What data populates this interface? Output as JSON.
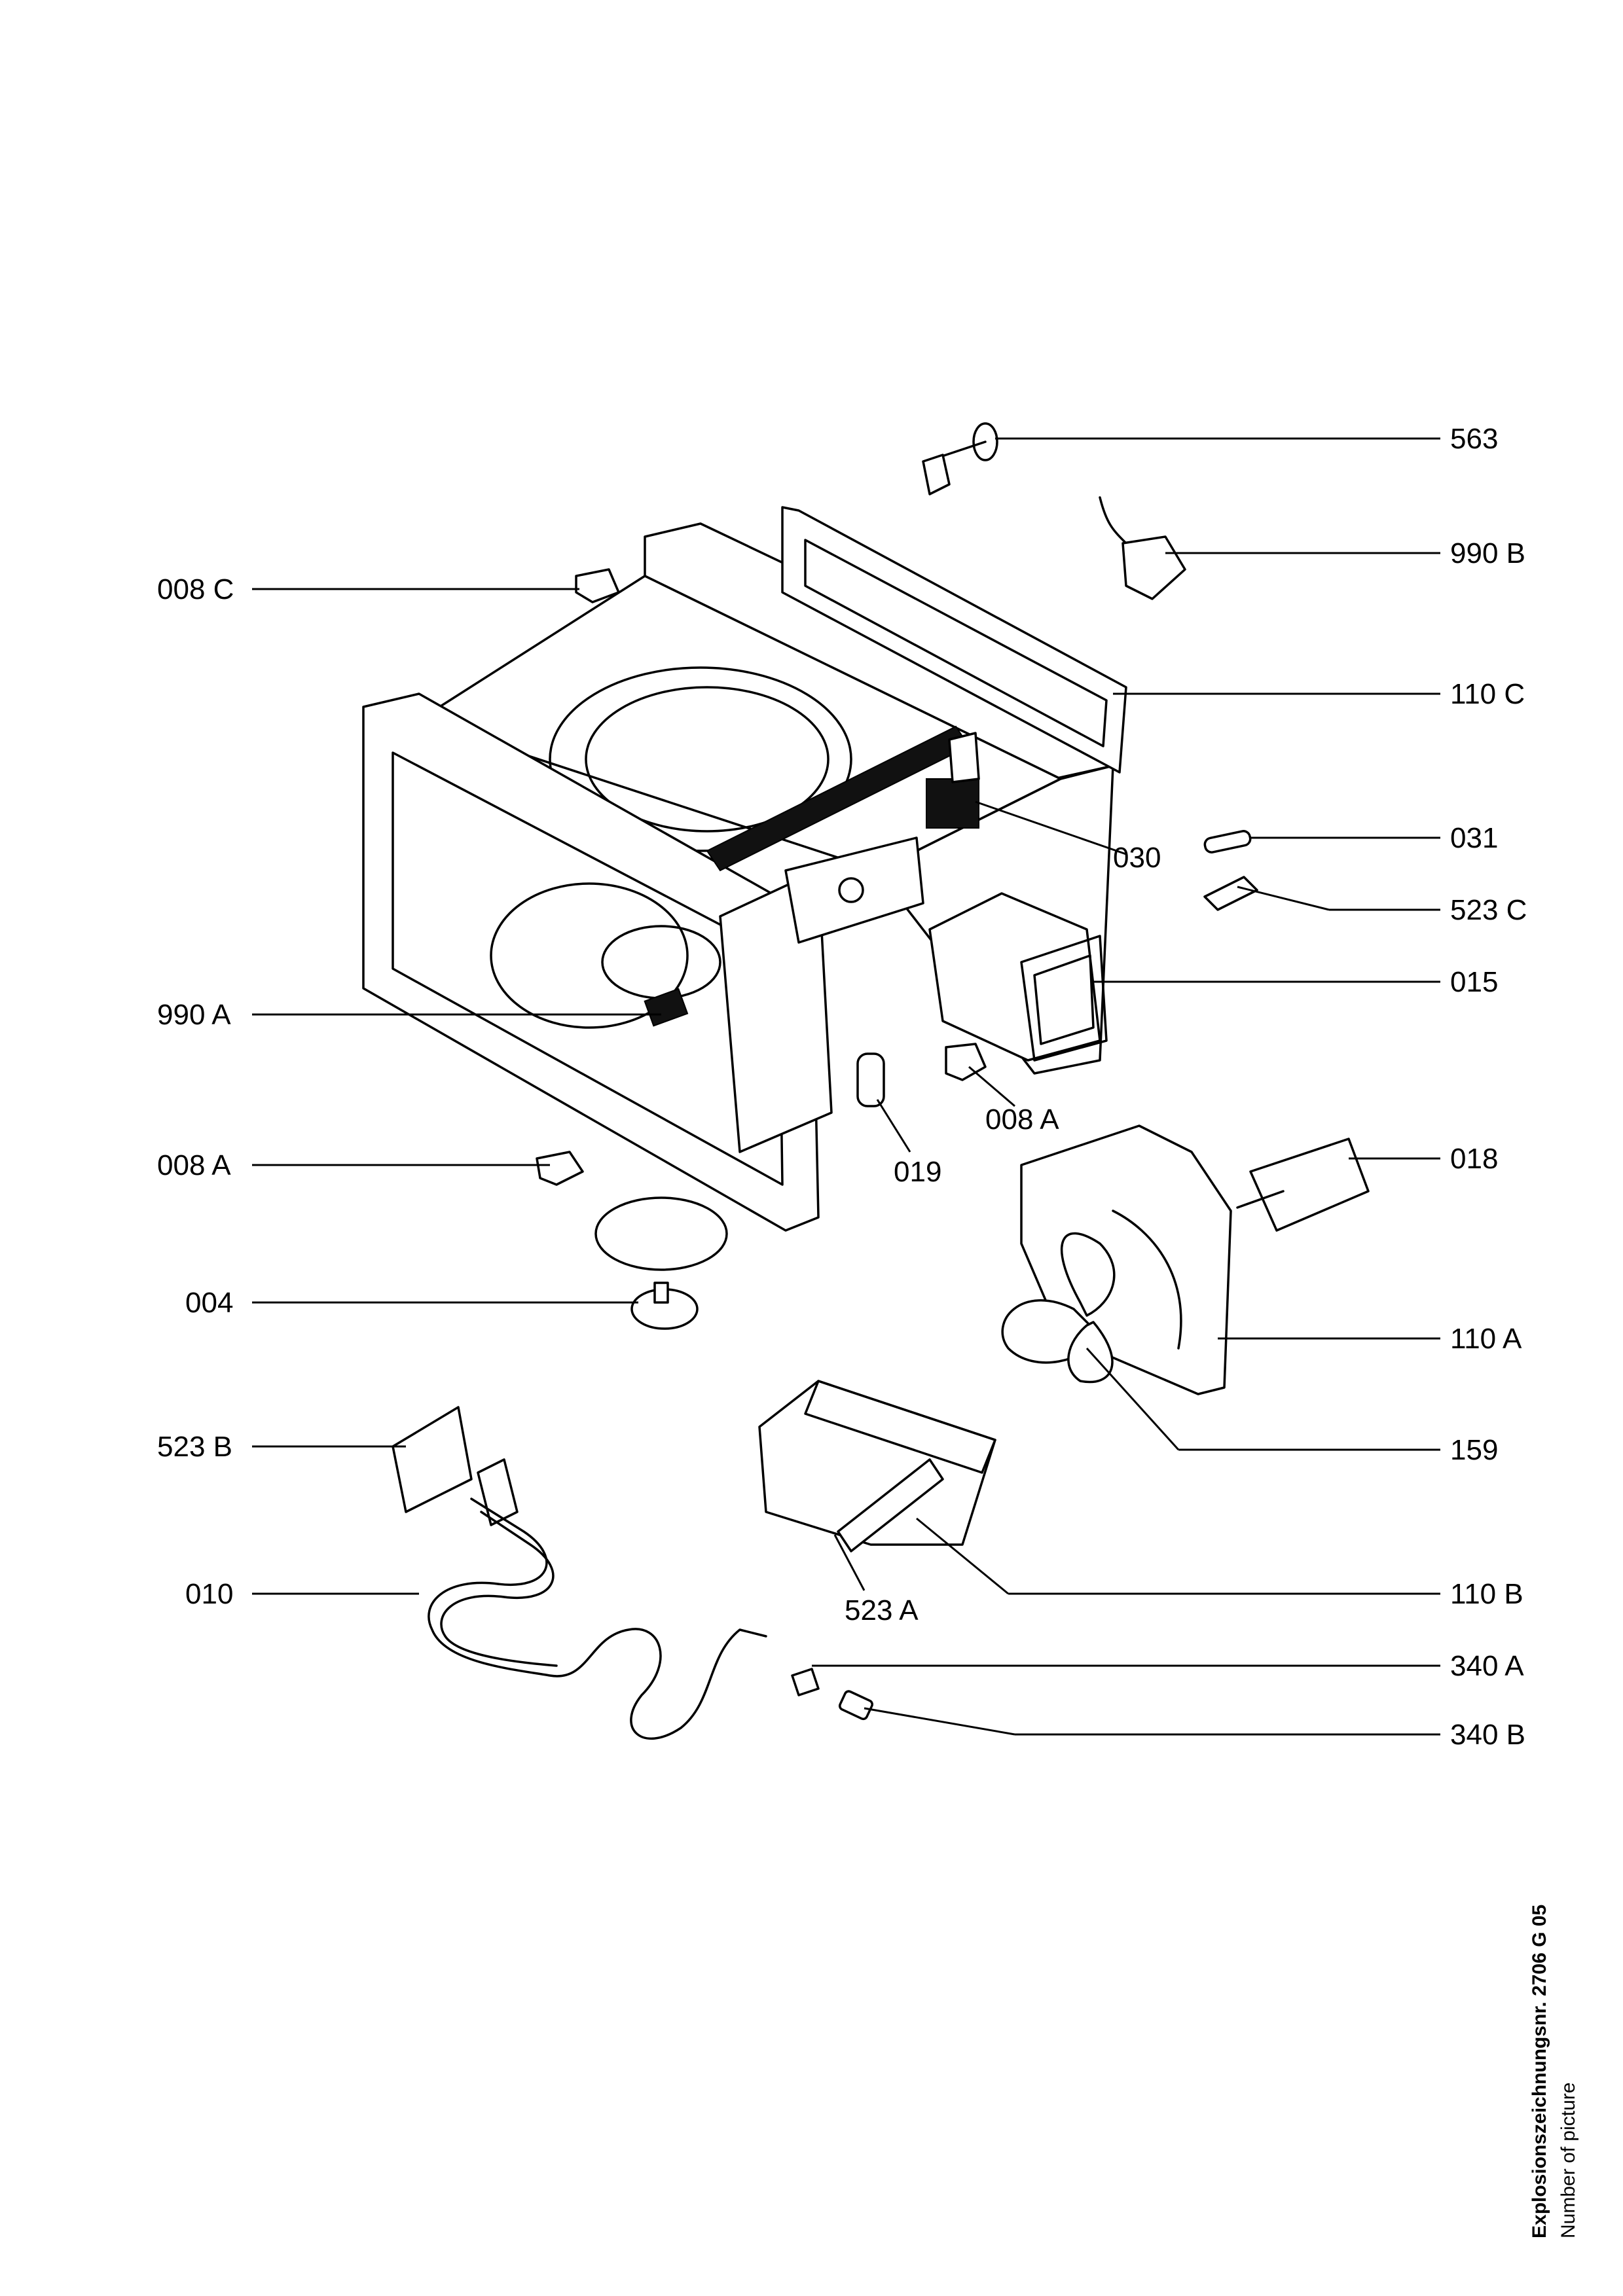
{
  "drawing": {
    "number_text": "Explosionszeichnungsnr. 2706 G 05",
    "caption": "Number of picture"
  },
  "parts": [
    {
      "id": "563",
      "label": "563"
    },
    {
      "id": "990b",
      "label": "990 B"
    },
    {
      "id": "008c",
      "label": "008 C"
    },
    {
      "id": "110c",
      "label": "110 C"
    },
    {
      "id": "030",
      "label": "030"
    },
    {
      "id": "031",
      "label": "031"
    },
    {
      "id": "523c",
      "label": "523 C"
    },
    {
      "id": "015",
      "label": "015"
    },
    {
      "id": "990a",
      "label": "990 A"
    },
    {
      "id": "008a_mid",
      "label": "008 A"
    },
    {
      "id": "019",
      "label": "019"
    },
    {
      "id": "008a_left",
      "label": "008 A"
    },
    {
      "id": "018",
      "label": "018"
    },
    {
      "id": "004",
      "label": "004"
    },
    {
      "id": "110a",
      "label": "110 A"
    },
    {
      "id": "523b",
      "label": "523 B"
    },
    {
      "id": "159",
      "label": "159"
    },
    {
      "id": "010",
      "label": "010"
    },
    {
      "id": "523a",
      "label": "523 A"
    },
    {
      "id": "110b",
      "label": "110 B"
    },
    {
      "id": "340a",
      "label": "340 A"
    },
    {
      "id": "340b",
      "label": "340 B"
    }
  ]
}
